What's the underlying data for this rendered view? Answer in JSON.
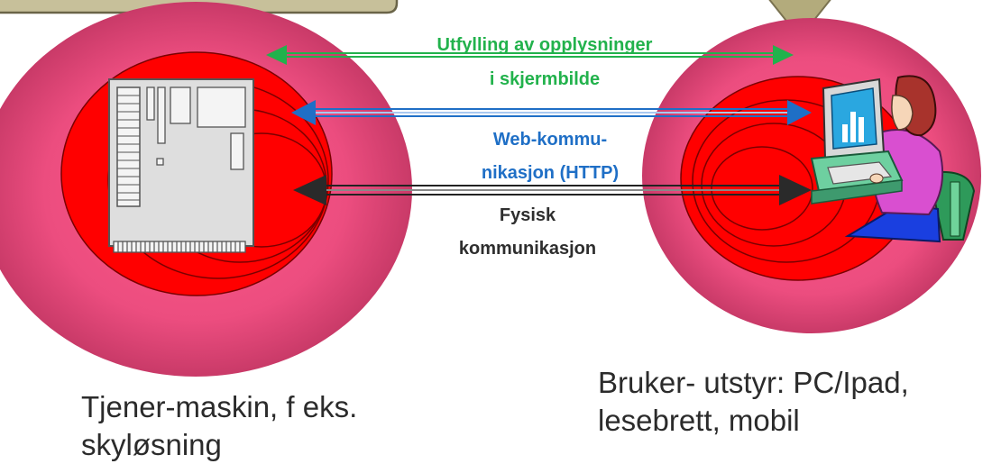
{
  "labels": {
    "green_line1": "Utfylling av opplysninger",
    "green_line2": "i skjermbilde",
    "blue_line1": "Web-kommu-",
    "blue_line2_a": "nikasjo",
    "blue_line2_b": "n (HTTP)",
    "black_line1": "Fysisk",
    "black_line2": "kommunikasjon"
  },
  "captions": {
    "server_line1": "Tjener-maskin, f eks.",
    "server_line2": "skyløsning",
    "client_line1": "Bruker- utstyr: PC/Ipad,",
    "client_line2": "lesebrett, mobil"
  },
  "colors": {
    "outer_oval": "#e84b7e",
    "ring": "#ff0000",
    "green_arrow": "#22b24c",
    "blue_arrow": "#1f6fc6",
    "black_arrow": "#222222",
    "callout_fill": "#c7c09a"
  }
}
